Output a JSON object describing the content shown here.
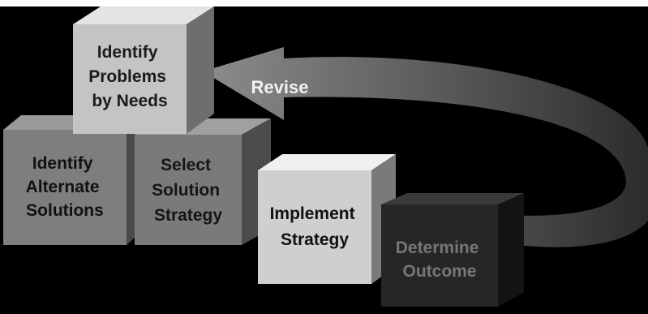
{
  "diagram": {
    "arrow_label": "Revise",
    "boxes": [
      {
        "id": "identify-problems",
        "lines": [
          "Identify",
          "Problems",
          "by Needs"
        ],
        "text_color": "#1a1a1a"
      },
      {
        "id": "identify-alternate",
        "lines": [
          "Identify",
          "Alternate",
          "Solutions"
        ],
        "text_color": "#111111"
      },
      {
        "id": "select-strategy",
        "lines": [
          "Select",
          "Solution",
          "Strategy"
        ],
        "text_color": "#151515"
      },
      {
        "id": "implement-strategy",
        "lines": [
          "Implement",
          "Strategy"
        ],
        "text_color": "#111111"
      },
      {
        "id": "determine-outcome",
        "lines": [
          "Determine",
          "Outcome"
        ],
        "text_color": "#777777"
      }
    ]
  }
}
